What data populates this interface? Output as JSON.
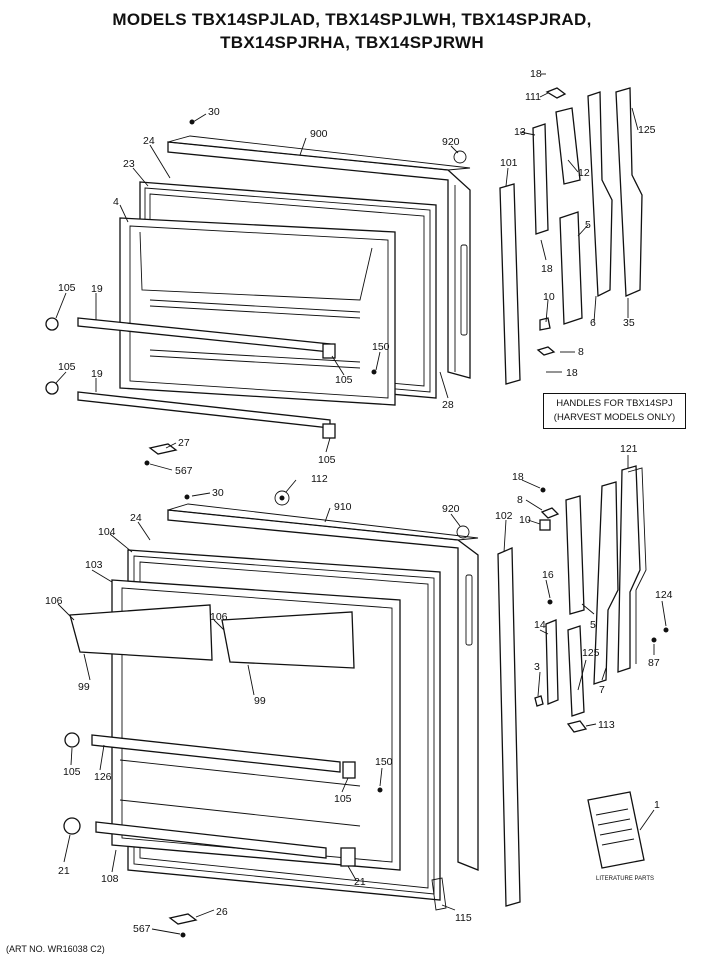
{
  "title_line1": "MODELS TBX14SPJLAD, TBX14SPJLWH, TBX14SPJRAD,",
  "title_line2": "TBX14SPJRHA, TBX14SPJRWH",
  "note_line1": "HANDLES FOR TBX14SPJ",
  "note_line2": "(HARVEST MODELS ONLY)",
  "art_no": "(ART NO. WR16038 C2)",
  "literature_label": "LITERATURE PARTS",
  "callouts": {
    "c30a": "30",
    "c900": "900",
    "c920a": "920",
    "c24a": "24",
    "c23": "23",
    "c4": "4",
    "c105a": "105",
    "c19a": "19",
    "c150a": "150",
    "c105b": "105",
    "c105c": "105",
    "c19b": "19",
    "c105d": "105",
    "c28": "28",
    "c27": "27",
    "c567a": "567",
    "c101": "101",
    "c13": "13",
    "c12": "12",
    "c111": "111",
    "c18a": "18",
    "c125a": "125",
    "c5a": "5",
    "c18b": "18",
    "c10a": "10",
    "c6": "6",
    "c35": "35",
    "c8a": "8",
    "c18c": "18",
    "c112": "112",
    "c30b": "30",
    "c910": "910",
    "c920b": "920",
    "c24b": "24",
    "c104": "104",
    "c103": "103",
    "c106a": "106",
    "c106b": "106",
    "c99a": "99",
    "c99b": "99",
    "c105e": "105",
    "c126": "126",
    "c150b": "150",
    "c105f": "105",
    "c21a": "21",
    "c108": "108",
    "c21b": "21",
    "c115": "115",
    "c567b": "567",
    "c26": "26",
    "c102": "102",
    "c18d": "18",
    "c8b": "8",
    "c10b": "10",
    "c16": "16",
    "c5b": "5",
    "c14": "14",
    "c3": "3",
    "c125b": "125",
    "c7": "7",
    "c113": "113",
    "c121": "121",
    "c124": "124",
    "c87": "87",
    "c1": "1"
  }
}
